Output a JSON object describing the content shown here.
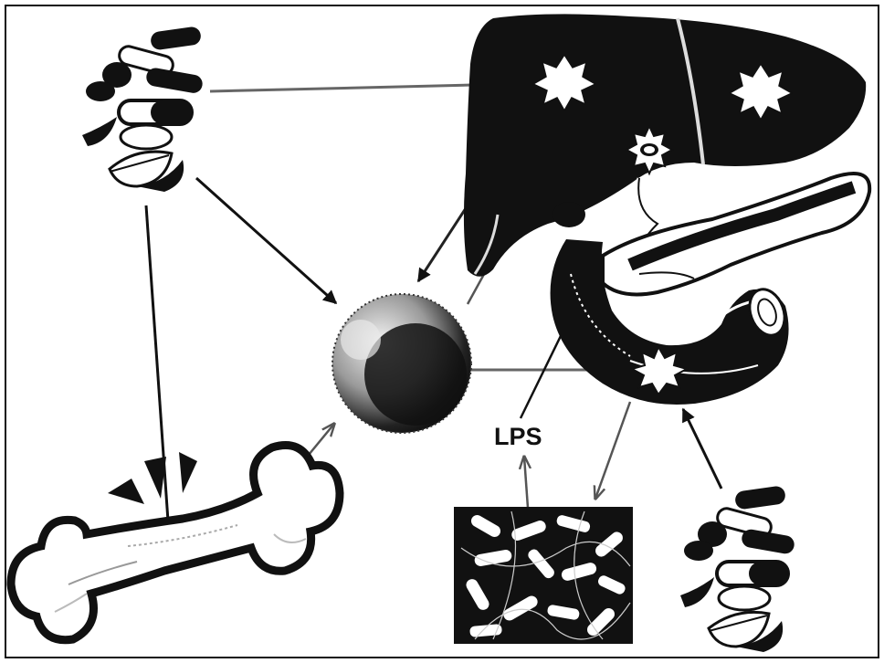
{
  "figure": {
    "labels": {
      "lps": "LPS"
    },
    "colors": {
      "ink": "#111111",
      "paper": "#ffffff",
      "arrow_gray": "#555555"
    },
    "nodes": [
      "pills-top-left",
      "liver-gallbladder-pancreas-intestine",
      "immune-cell",
      "bone",
      "bacteria-micrograph",
      "pills-bottom-right"
    ]
  }
}
